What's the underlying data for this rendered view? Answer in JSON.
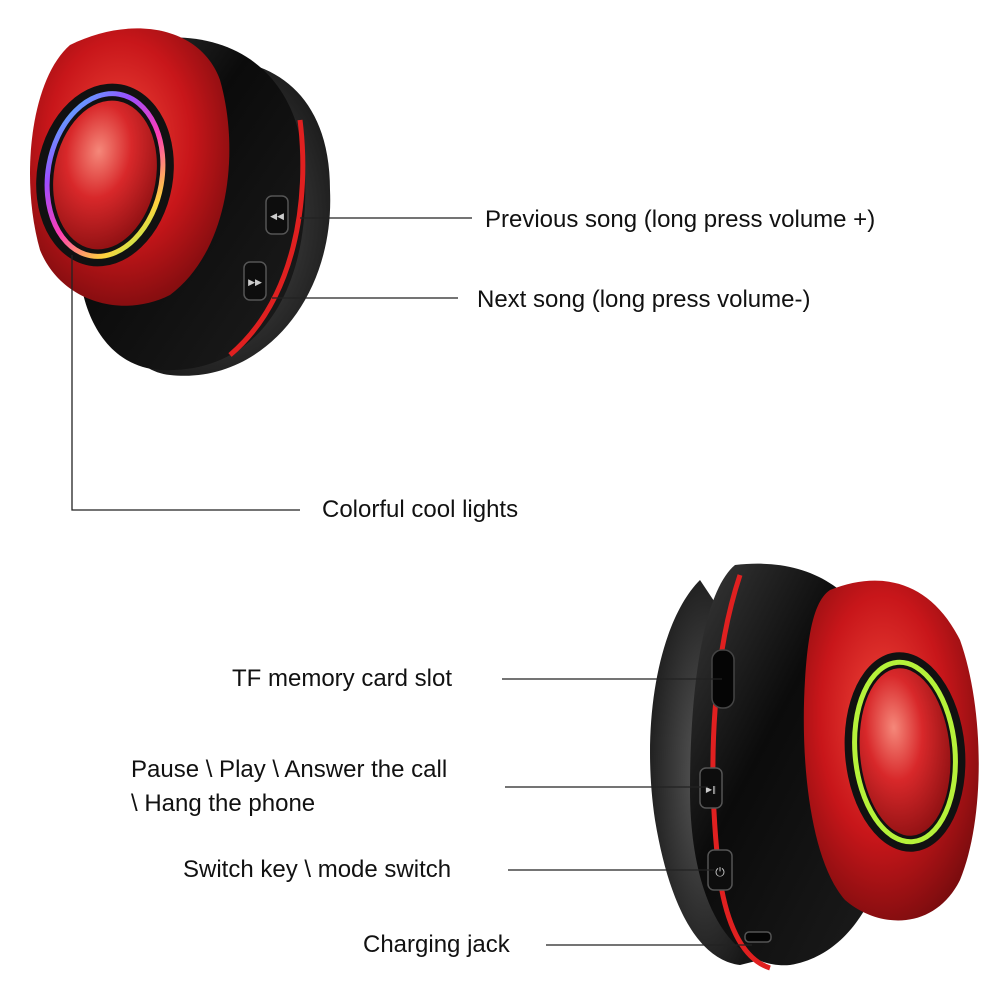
{
  "callouts": {
    "previous_song": "Previous song (long press volume +)",
    "next_song": "Next song (long press volume-)",
    "colorful_lights": "Colorful cool lights",
    "tf_slot": "TF memory card slot",
    "pause_play_line1": "Pause \\ Play \\ Answer the call",
    "pause_play_line2": "\\ Hang the phone",
    "switch_key": "Switch key \\ mode switch",
    "charging_jack": "Charging jack"
  },
  "button_glyphs": {
    "top_button_1": "◀◀",
    "top_button_2": "▶▶",
    "bottom_button_play": "▶‖",
    "bottom_button_power": "⏻"
  },
  "colors": {
    "shell_red": "#d41a1a",
    "body_black": "#111111",
    "cushion_gray": "#3a3a3a",
    "ring_green": "#b6f23a"
  }
}
